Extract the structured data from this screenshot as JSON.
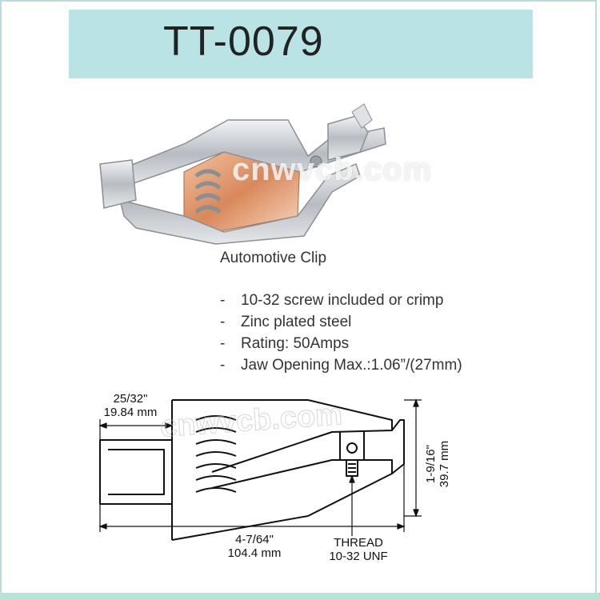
{
  "title": "TT-0079",
  "product": {
    "name": "Automotive Clip",
    "features": [
      "10-32 screw included or crimp",
      "Zinc plated steel",
      "Rating: 50Amps",
      "Jaw Opening Max.:1.06”/(27mm)"
    ],
    "bullet": "-"
  },
  "watermark": "cnwvcb.com",
  "drawing": {
    "jaw_width_frac": "25/32\"",
    "jaw_width_mm": "19.84 mm",
    "length_frac": "4-7/64\"",
    "length_mm": "104.4 mm",
    "height_frac": "1-9/16\"",
    "height_mm": "39.7 mm",
    "thread_label": "THREAD",
    "thread_spec": "10-32 UNF"
  },
  "colors": {
    "title_band": "#b9e3e4",
    "frame": "#b9dcdc",
    "bottom_strip": "#b6e4d8",
    "copper": "#d9885a",
    "metal": "#c9ccd0"
  }
}
